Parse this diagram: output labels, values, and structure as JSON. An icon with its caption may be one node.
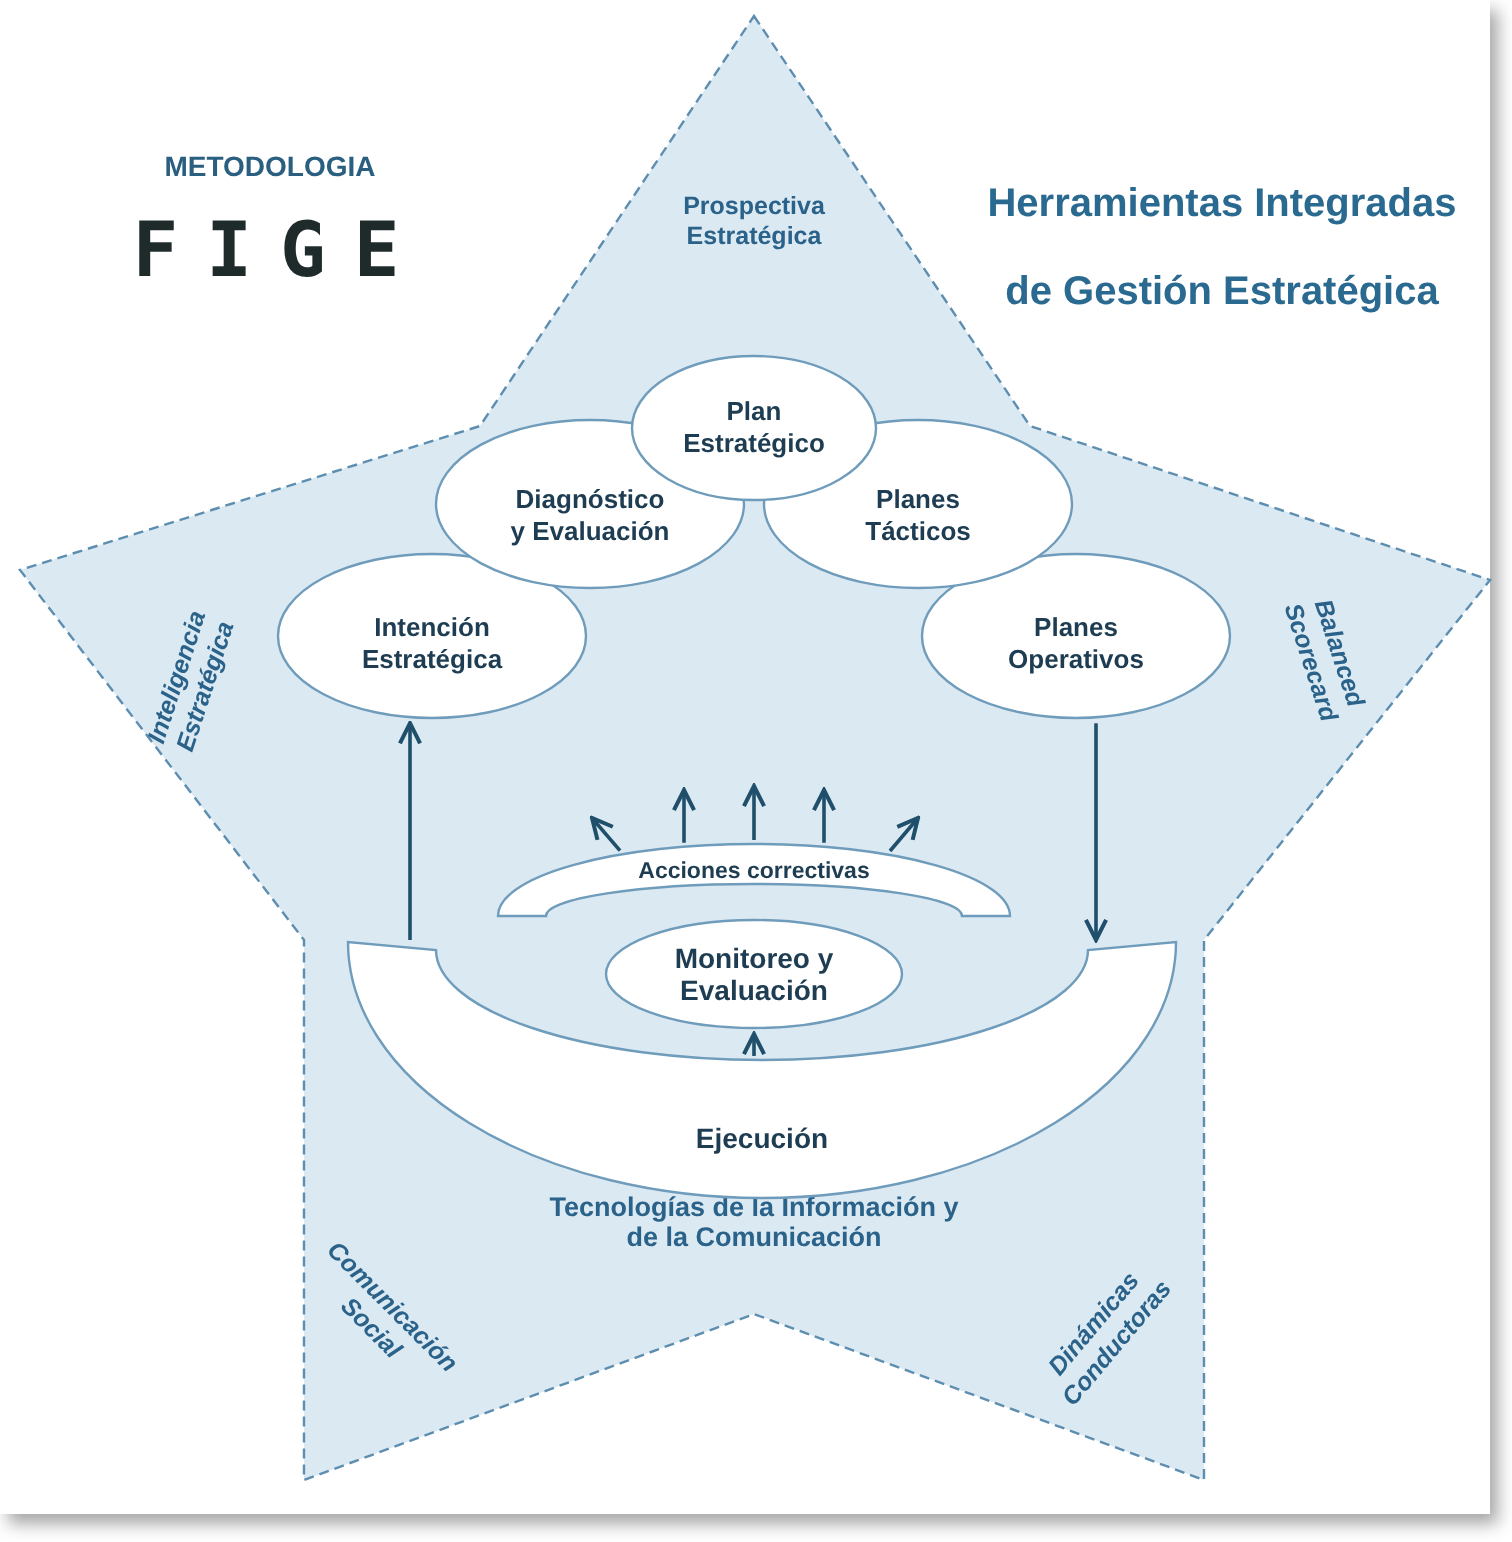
{
  "diagram": {
    "title": "Herramientas Integradas de Gestión Estratégica",
    "nodes": [
      {
        "text": [
          "Prospectiva Estratégica",
          "Balanced Scorecard",
          "Dinámicas Conductoras",
          "Tecnologías de la Información y de la Comunicación",
          "Comunicación Social",
          "Inteligencia Estratégica"
        ]
      },
      {
        "text": [
          "Plan Estratégico"
        ],
        "in": 0
      },
      {
        "text": [
          "Diagnóstico y Evaluación"
        ],
        "in": 0
      },
      {
        "text": [
          "Planes Tácticos"
        ],
        "in": 0
      },
      {
        "text": [
          "Intención Estratégica"
        ],
        "in": 0
      },
      {
        "text": [
          "Planes Operativos"
        ],
        "in": 0
      },
      {
        "text": [
          "Acciones correctivas"
        ],
        "in": 0
      },
      {
        "text": [
          "Monitoreo y Evaluación"
        ],
        "in": 0
      },
      {
        "text": [
          "Ejecución"
        ],
        "in": 0
      }
    ],
    "edges": [
      {
        "from": 8,
        "to": 4,
        "arrow": "to"
      },
      {
        "from": 5,
        "to": 8,
        "arrow": "to"
      },
      {
        "from": 8,
        "to": 7,
        "arrow": "to"
      },
      {
        "from": 6,
        "to": null,
        "arrow": "to"
      },
      {
        "from": 6,
        "to": null,
        "arrow": "to"
      },
      {
        "from": 6,
        "to": null,
        "arrow": "to"
      },
      {
        "from": 6,
        "to": null,
        "arrow": "to"
      },
      {
        "from": 6,
        "to": null,
        "arrow": "to"
      }
    ],
    "labels": [
      "METODOLOGIA",
      "FIGE"
    ]
  }
}
